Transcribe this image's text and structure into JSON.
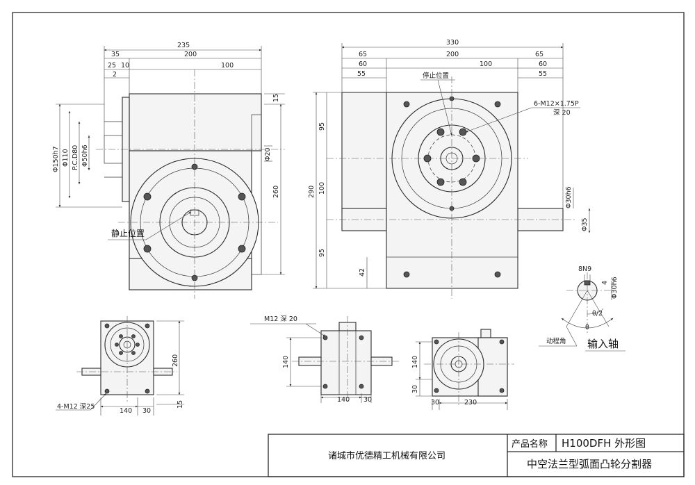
{
  "drawing": {
    "front_view": {
      "dims_top": [
        "235",
        "35",
        "200",
        "25",
        "10",
        "2",
        "100"
      ],
      "dims_left": [
        "Φ150h7",
        "Φ110",
        "P.C.D80",
        "Φ50h6"
      ],
      "dims_right": [
        "15",
        "Φ20",
        "260"
      ],
      "label_stop_position": "静止位置"
    },
    "side_view": {
      "dims_top": [
        "330",
        "65",
        "200",
        "65",
        "60",
        "60",
        "55",
        "55",
        "100"
      ],
      "dims_left": [
        "290",
        "95",
        "100",
        "95",
        "42"
      ],
      "dims_right": [
        "Φ30h6",
        "Φ35"
      ],
      "label_stop_position": "停止位置",
      "hole_note_1": "6-M12×1.75P",
      "hole_note_2": "深 20"
    },
    "shaft_detail": {
      "key": "8N9",
      "dim_4": "4",
      "dia": "Φ30h6",
      "half_angle": "θ/2",
      "angle": "θ",
      "motion_angle_label": "动程角",
      "input_shaft_label": "输入轴"
    },
    "small_view_1": {
      "dim_260": "260",
      "dim_15": "15",
      "dim_140": "140",
      "dim_30": "30",
      "hole_note": "4-M12 深25"
    },
    "small_view_2": {
      "hole_note": "M12 深 20",
      "dim_140_v": "140",
      "dim_140_h": "140",
      "dim_30": "30"
    },
    "small_view_3": {
      "dim_140": "140",
      "dim_30_v": "30",
      "dim_30_h": "30",
      "dim_230": "230"
    }
  },
  "title_block": {
    "company": "诸城市优德精工机械有限公司",
    "product_name_label": "产品名称",
    "product_model": "H100DFH 外形图",
    "product_desc": "中空法兰型弧面凸轮分割器"
  }
}
